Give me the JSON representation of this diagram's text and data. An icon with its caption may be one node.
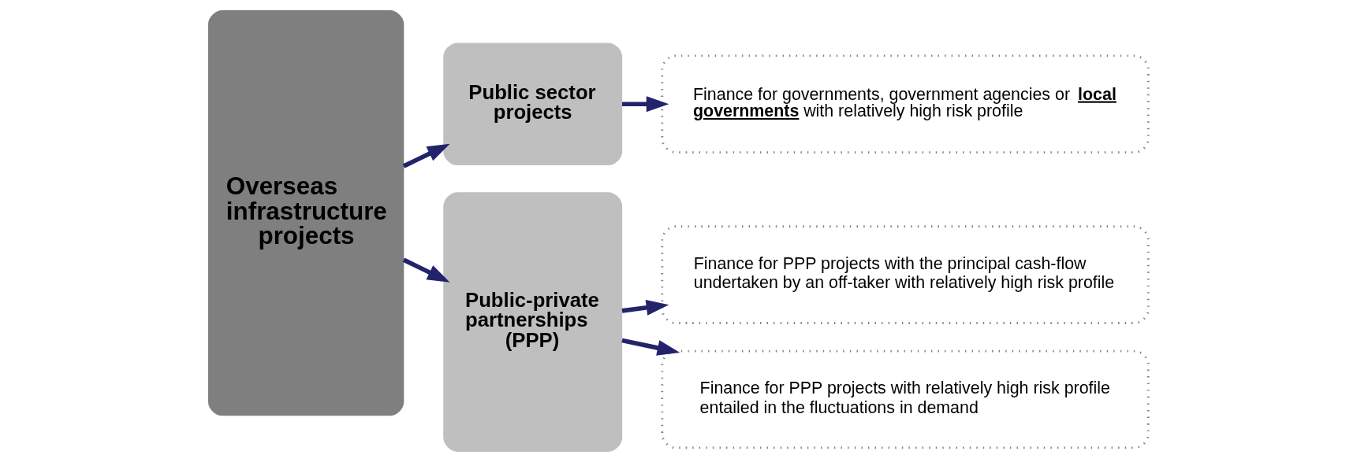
{
  "diagram": {
    "nodes": [
      {
        "text": [
          "Overseas infrastructure projects"
        ]
      },
      {
        "text": [
          "Public sector projects"
        ]
      },
      {
        "text": [
          "Public-private partnerships (PPP)"
        ]
      },
      {
        "text": [
          "Finance for governments, government agencies or **local governments** with relatively high risk profile"
        ]
      },
      {
        "text": [
          "Finance for PPP projects with the principal cash-flow undertaken by an off-taker with relatively high risk profile"
        ]
      },
      {
        "text": [
          "Finance for PPP projects with relatively high risk profile entailed in the fluctuations in demand"
        ]
      }
    ],
    "edges": [
      {
        "from": 0,
        "to": 1,
        "arrow": "to"
      },
      {
        "from": 0,
        "to": 2,
        "arrow": "to"
      },
      {
        "from": 1,
        "to": 3,
        "arrow": "to"
      },
      {
        "from": 2,
        "to": 4,
        "arrow": "to"
      },
      {
        "from": 2,
        "to": 5,
        "arrow": "to"
      }
    ]
  }
}
